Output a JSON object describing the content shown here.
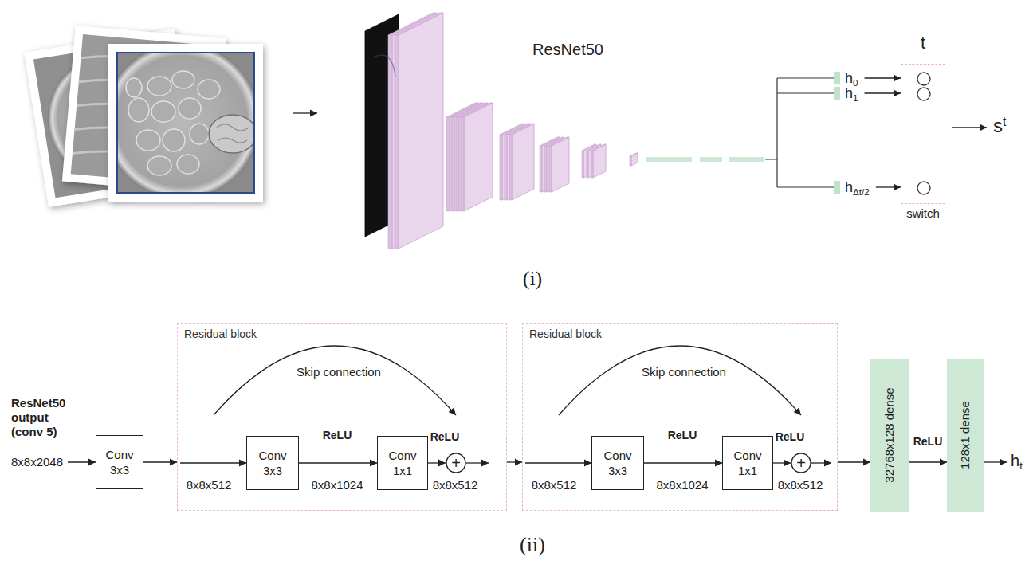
{
  "diagram": {
    "nodes": [
      {
        "text": [
          "h0"
        ]
      },
      {
        "text": [
          "h1"
        ]
      },
      {
        "text": [
          "hΔt/2"
        ]
      },
      {
        "text": [
          "t",
          "switch"
        ]
      },
      {
        "text": [
          "Conv 3x3"
        ]
      },
      {
        "text": [
          "Residual block"
        ]
      },
      {
        "text": [
          "Conv 3x3"
        ],
        "in": 5
      },
      {
        "text": [
          "Conv 1x1"
        ],
        "in": 5
      },
      {
        "text": [
          "+"
        ],
        "in": 5
      },
      {
        "text": [
          "Residual block"
        ]
      },
      {
        "text": [
          "Conv 3x3"
        ],
        "in": 9
      },
      {
        "text": [
          "Conv 1x1"
        ],
        "in": 9
      },
      {
        "text": [
          "+"
        ],
        "in": 9
      },
      {
        "text": [
          "32768x128 dense"
        ]
      },
      {
        "text": [
          "128x1 dense"
        ]
      }
    ],
    "edges": [
      {
        "from": 0,
        "to": 3,
        "arrow": "to"
      },
      {
        "from": 1,
        "to": 3,
        "arrow": "to"
      },
      {
        "from": 2,
        "to": 3,
        "arrow": "to"
      },
      {
        "from": 4,
        "to": 5,
        "arrow": "to"
      },
      {
        "from": 6,
        "to": 7,
        "arrow": "to"
      },
      {
        "from": 7,
        "to": 8,
        "arrow": "to"
      },
      {
        "from": 5,
        "to": 9,
        "arrow": "to"
      },
      {
        "from": 10,
        "to": 11,
        "arrow": "to"
      },
      {
        "from": 11,
        "to": 12,
        "arrow": "to"
      },
      {
        "from": 9,
        "to": 13,
        "arrow": "to"
      },
      {
        "from": 13,
        "to": 14,
        "arrow": "to"
      }
    ],
    "labels": [
      "ResNet50",
      "st",
      "(i)",
      "ResNet50 output (conv 5)",
      "8x8x2048",
      "Skip connection",
      "8x8x512",
      "ReLU",
      "8x8x1024",
      "ReLU",
      "8x8x512",
      "Skip connection",
      "8x8x512",
      "ReLU",
      "8x8x1024",
      "ReLU",
      "8x8x512",
      "ReLU",
      "ht",
      "(ii)"
    ]
  }
}
